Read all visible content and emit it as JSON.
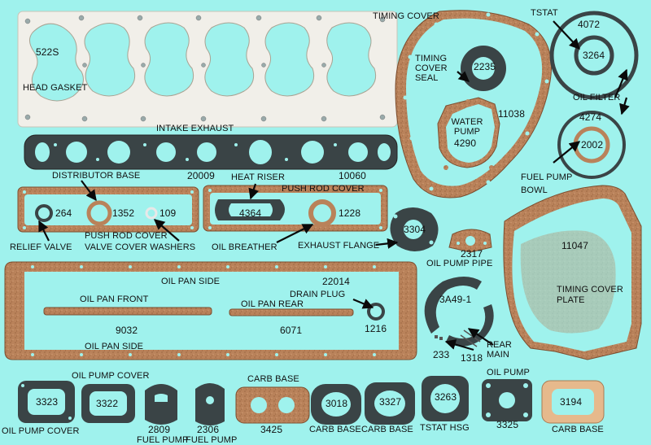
{
  "title": "",
  "colors": {
    "background": "#9ff2ed",
    "cork": "#b9825a",
    "cork_dark": "#8f5a37",
    "rubber": "#2f3a3c",
    "head_gasket": "#f1efe9",
    "leader": "#0a0a0a"
  },
  "labels": {
    "head_gasket_number": "522S",
    "head_gasket": "HEAD GASKET",
    "intake_exhaust": "INTAKE EXHAUST",
    "intake_exhaust_number": "20009",
    "timing_cover": "TIMING COVER",
    "timing_cover_seal": "TIMING COVER SEAL",
    "timing_cover_seal_number": "2235",
    "water_pump": "WATER PUMP",
    "water_pump_number": "4290",
    "timing_cover_number": "11038",
    "tstat": "TSTAT",
    "tstat_outer_number": "4072",
    "tstat_inner_number": "3264",
    "oil_filter": "OIL FILTER",
    "oil_filter_number": "4274",
    "fuel_pump_bowl_number": "2002",
    "fuel_pump_bowl": "FUEL PUMP BOWL",
    "distributor_base": "DISTRIBUTOR BASE",
    "heat_riser": "HEAT RISER",
    "heat_riser_number": "10060",
    "push_rod_cover_top": "PUSH ROD COVER",
    "relief_valve_number": "264",
    "distributor_number": "1352",
    "valve_washer_number": "109",
    "heat_riser_part_number": "4364",
    "oil_breather_number": "1228",
    "relief_valve": "RELIEF VALVE",
    "push_rod_cover_bottom": "PUSH ROD COVER",
    "valve_cover_washers": "VALVE COVER WASHERS",
    "oil_breather": "OIL BREATHER",
    "exhaust_flange": "EXHAUST FLANGE",
    "exhaust_flange_number": "3304",
    "oil_pump_pipe_number": "2317",
    "oil_pump_pipe": "OIL PUMP PIPE",
    "timing_plate_number": "11047",
    "timing_cover_plate": "TIMING COVER PLATE",
    "oil_pan_side_top": "OIL PAN SIDE",
    "oil_pan_number": "22014",
    "drain_plug": "DRAIN PLUG",
    "oil_pan_front": "OIL PAN FRONT",
    "oil_pan_rear": "OIL PAN REAR",
    "rear_main_number": "3A49-1",
    "oil_pan_front_number": "9032",
    "oil_pan_rear_number": "6071",
    "drain_plug_number": "1216",
    "rear_main": "REAR MAIN",
    "oil_pan_side_bottom": "OIL PAN SIDE",
    "small_233": "233",
    "small_1318": "1318",
    "oil_pump_cover_top": "OIL PUMP COVER",
    "carb_base_top": "CARB BASE",
    "oil_pump_top": "OIL PUMP",
    "p3323": "3323",
    "p3322": "3322",
    "p3018": "3018",
    "p3327": "3327",
    "p3263": "3263",
    "p3325": "3325",
    "p3194": "3194",
    "oil_pump_cover_bottom": "OIL PUMP COVER",
    "p2809": "2809",
    "fuel_pump_1": "FUEL PUMP",
    "p2306": "2306",
    "fuel_pump_2": "FUEL PUMP",
    "p3425": "3425",
    "carb_base_1": "CARB BASE",
    "carb_base_2": "CARB BASE",
    "tstat_hsg": "TSTAT HSG",
    "carb_base_3": "CARB BASE"
  }
}
